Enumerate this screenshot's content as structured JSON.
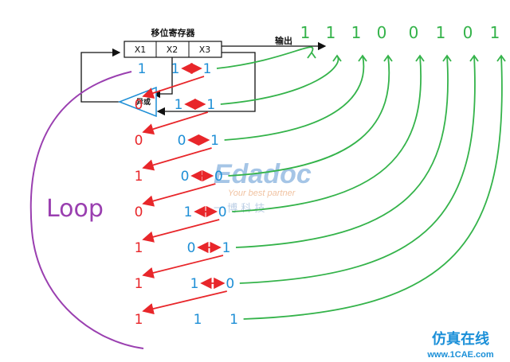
{
  "register": {
    "title": "移位寄存器",
    "cells": [
      "X1",
      "X2",
      "X3"
    ]
  },
  "xor_label": "异或",
  "output_label": "输出",
  "output_sequence": [
    "1",
    "1",
    "1",
    "0",
    "0",
    "1",
    "0",
    "1"
  ],
  "loop_label": "Loop",
  "rows": [
    {
      "x1": "1",
      "x2": "1",
      "x3": "1"
    },
    {
      "x1": "0",
      "x2": "1",
      "x3": "1"
    },
    {
      "x1": "0",
      "x2": "0",
      "x3": "1"
    },
    {
      "x1": "1",
      "x2": "0",
      "x3": "0"
    },
    {
      "x1": "0",
      "x2": "1",
      "x3": "0"
    },
    {
      "x1": "1",
      "x2": "0",
      "x3": "1"
    },
    {
      "x1": "1",
      "x2": "1",
      "x3": "0"
    },
    {
      "x1": "1",
      "x2": "1",
      "x3": "1"
    }
  ],
  "watermark": {
    "brand": "Edadoc",
    "slogan": "Your best partner",
    "cn": "一 博 科 技"
  },
  "footer": {
    "cn": "仿真在线",
    "url": "www.1CAE.com"
  },
  "colors": {
    "blue": "#1e8fd6",
    "red": "#e8262a",
    "green": "#34b34a",
    "purple": "#9a3fb0",
    "black": "#111111"
  }
}
